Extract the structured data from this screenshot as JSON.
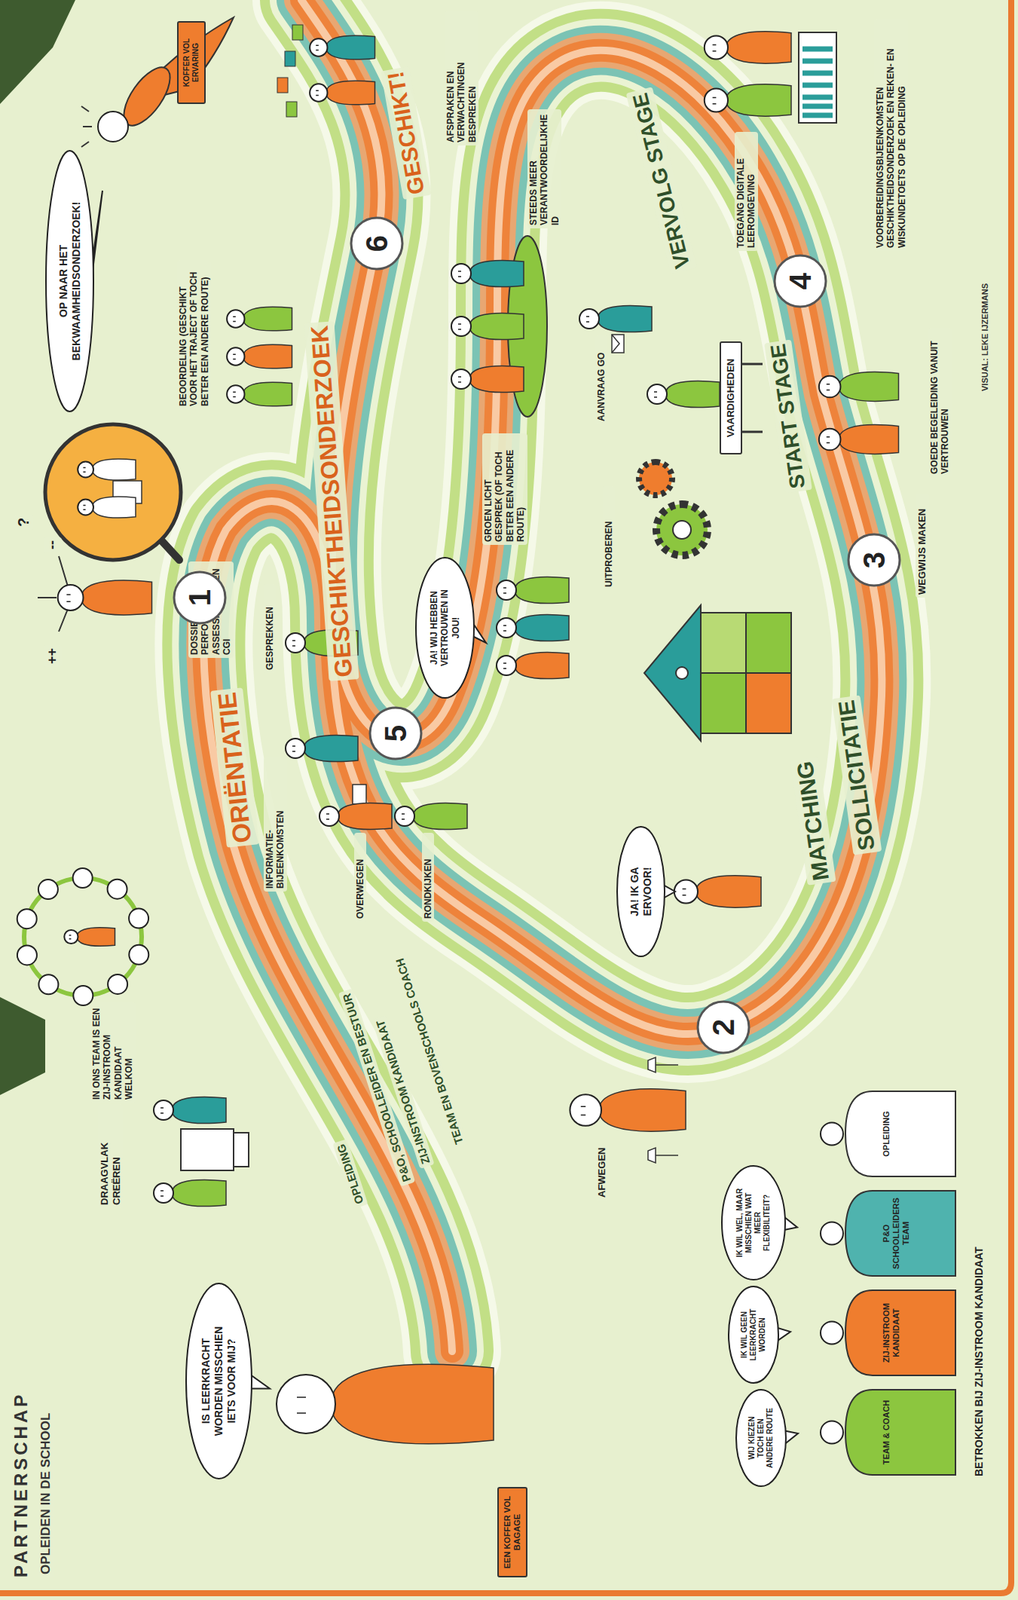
{
  "diagram": {
    "title": "PARTNERSCHAP",
    "nodes": [
      {
        "text": [
          "IS LEERKRACHT WORDEN MISSCHIEN IETS VOOR MIJ?"
        ]
      },
      {
        "text": [
          "EEN KOFFER VOL BAGAGE"
        ]
      },
      {
        "text": [
          "1"
        ]
      },
      {
        "text": [
          "2"
        ]
      },
      {
        "text": [
          "JA! IK GA ERVOOR!"
        ]
      },
      {
        "text": [
          "WIJ KIEZEN TOCH EEN ANDERE ROUTE"
        ]
      },
      {
        "text": [
          "IK WIL GEEN LEERKRACHT WORDEN"
        ]
      },
      {
        "text": [
          "IK WIL WEL, MAAR MISSCHIEN WAT MEER FLEXIBILITEIT?"
        ]
      },
      {
        "text": [
          "TEAM & COACH"
        ]
      },
      {
        "text": [
          "ZIJ-INSTROOM KANDIDAAT"
        ]
      },
      {
        "text": [
          "P&O SCHOOLLEIDERS TEAM"
        ]
      },
      {
        "text": [
          "OPLEIDING"
        ]
      },
      {
        "text": [
          "3"
        ]
      },
      {
        "text": [
          "VAARDIGHEDEN"
        ]
      },
      {
        "text": [
          "4"
        ]
      },
      {
        "text": [
          "5"
        ]
      },
      {
        "text": [
          "JA! WIJ HEBBEN VERTROUWEN IN JOU!"
        ]
      },
      {
        "text": [
          "6"
        ]
      },
      {
        "text": [
          "OP NAAR HET BEKWAAMHEIDSONDERZOEK!"
        ]
      },
      {
        "text": [
          "KOFFER VOL ERVARING"
        ]
      }
    ],
    "labels": [
      "OPLEIDEN IN DE SCHOOL",
      "DRAAGVLAK CREËREN",
      "IN ONS TEAM IS EEN ZIJ-INSTROOM KANDIDAAT WELKOM",
      "OPLEIDING",
      "P&O, SCHOOLLEIDER EN BESTUUR",
      "ZIJ-INSTROOM KANDIDAAT",
      "TEAM EN BOVENSCHOOLS COACH",
      "ORIËNTATIE",
      "++",
      "--",
      "?",
      "INFORMATIE-BIJEENKOMSTEN",
      "GESPREKKEN",
      "OVERWEGEN",
      "RONDKIJKEN",
      "AFWEGEN",
      "BETROKKEN BIJ ZIJ-INSTROOM KANDIDAAT",
      "MATCHING",
      "SOLLICITATIE",
      "WEGWIJS MAKEN",
      "GOEDE BEGELEIDING VANUIT VERTROUWEN",
      "START STAGE",
      "UITPROBEREN",
      "AANVRAAG GO",
      "GROEN LICHT GESPREK (OF TOCH BETER EEN ANDERE ROUTE)",
      "VERVOLG STAGE",
      "TOEGANG DIGITALE LEEROMGEVING",
      "VOORBEREIDINGSBIJEENKOMSTEN GESCHIKTHEIDSONDERZOEK EN REKEN- EN WISKUNDETOETS OP DE OPLEIDING",
      "VISUAL: LEKE IJZERMANS",
      "STEEDS MEER VERANTWOORDELIJKHEID",
      "GESCHIKTHEIDSONDERZOEK",
      "DOSSIER PERFORMANCE-ASSESSMENT & EN CGI",
      "BEOORDELING (GESCHIKT VOOR HET TRAJECT OF TOCH BETER EEN ANDERE ROUTE)",
      "GESCHIKT!",
      "AFSPRAKEN EN VERWACHTINGEN BESPREKEN"
    ]
  }
}
